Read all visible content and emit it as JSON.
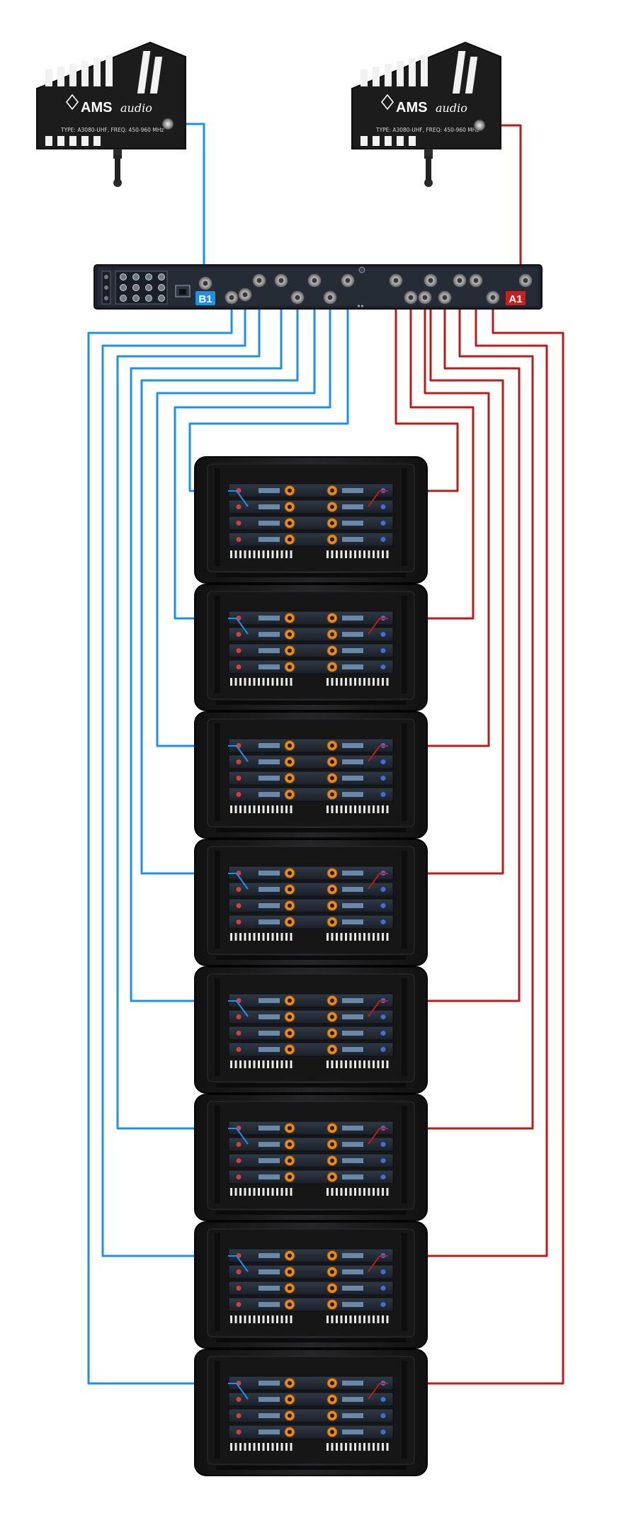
{
  "antennas": [
    {
      "id": "left",
      "brand": "AMS",
      "brand_script": "audio",
      "type_line": "TYPE: A3080-UHF, FREQ: 450-960 MHz",
      "cable_color": "#1e90e8"
    },
    {
      "id": "right",
      "brand": "AMS",
      "brand_script": "audio",
      "type_line": "TYPE: A3080-UHF, FREQ: 450-960 MHz",
      "cable_color": "#b81c1c"
    }
  ],
  "distributor": {
    "port_b_label": "B1",
    "port_a_label": "A1",
    "port_b_color": "#1e90e8",
    "port_a_color": "#d01c1c"
  },
  "racks": {
    "count": 8,
    "units_per_rack": 4
  },
  "colors": {
    "blue_cable": "#1e90e8",
    "red_cable": "#b81c1c",
    "rack_body": "#1b1b1d",
    "receiver_face": "#222a33",
    "knob_orange": "#e88a1e"
  }
}
